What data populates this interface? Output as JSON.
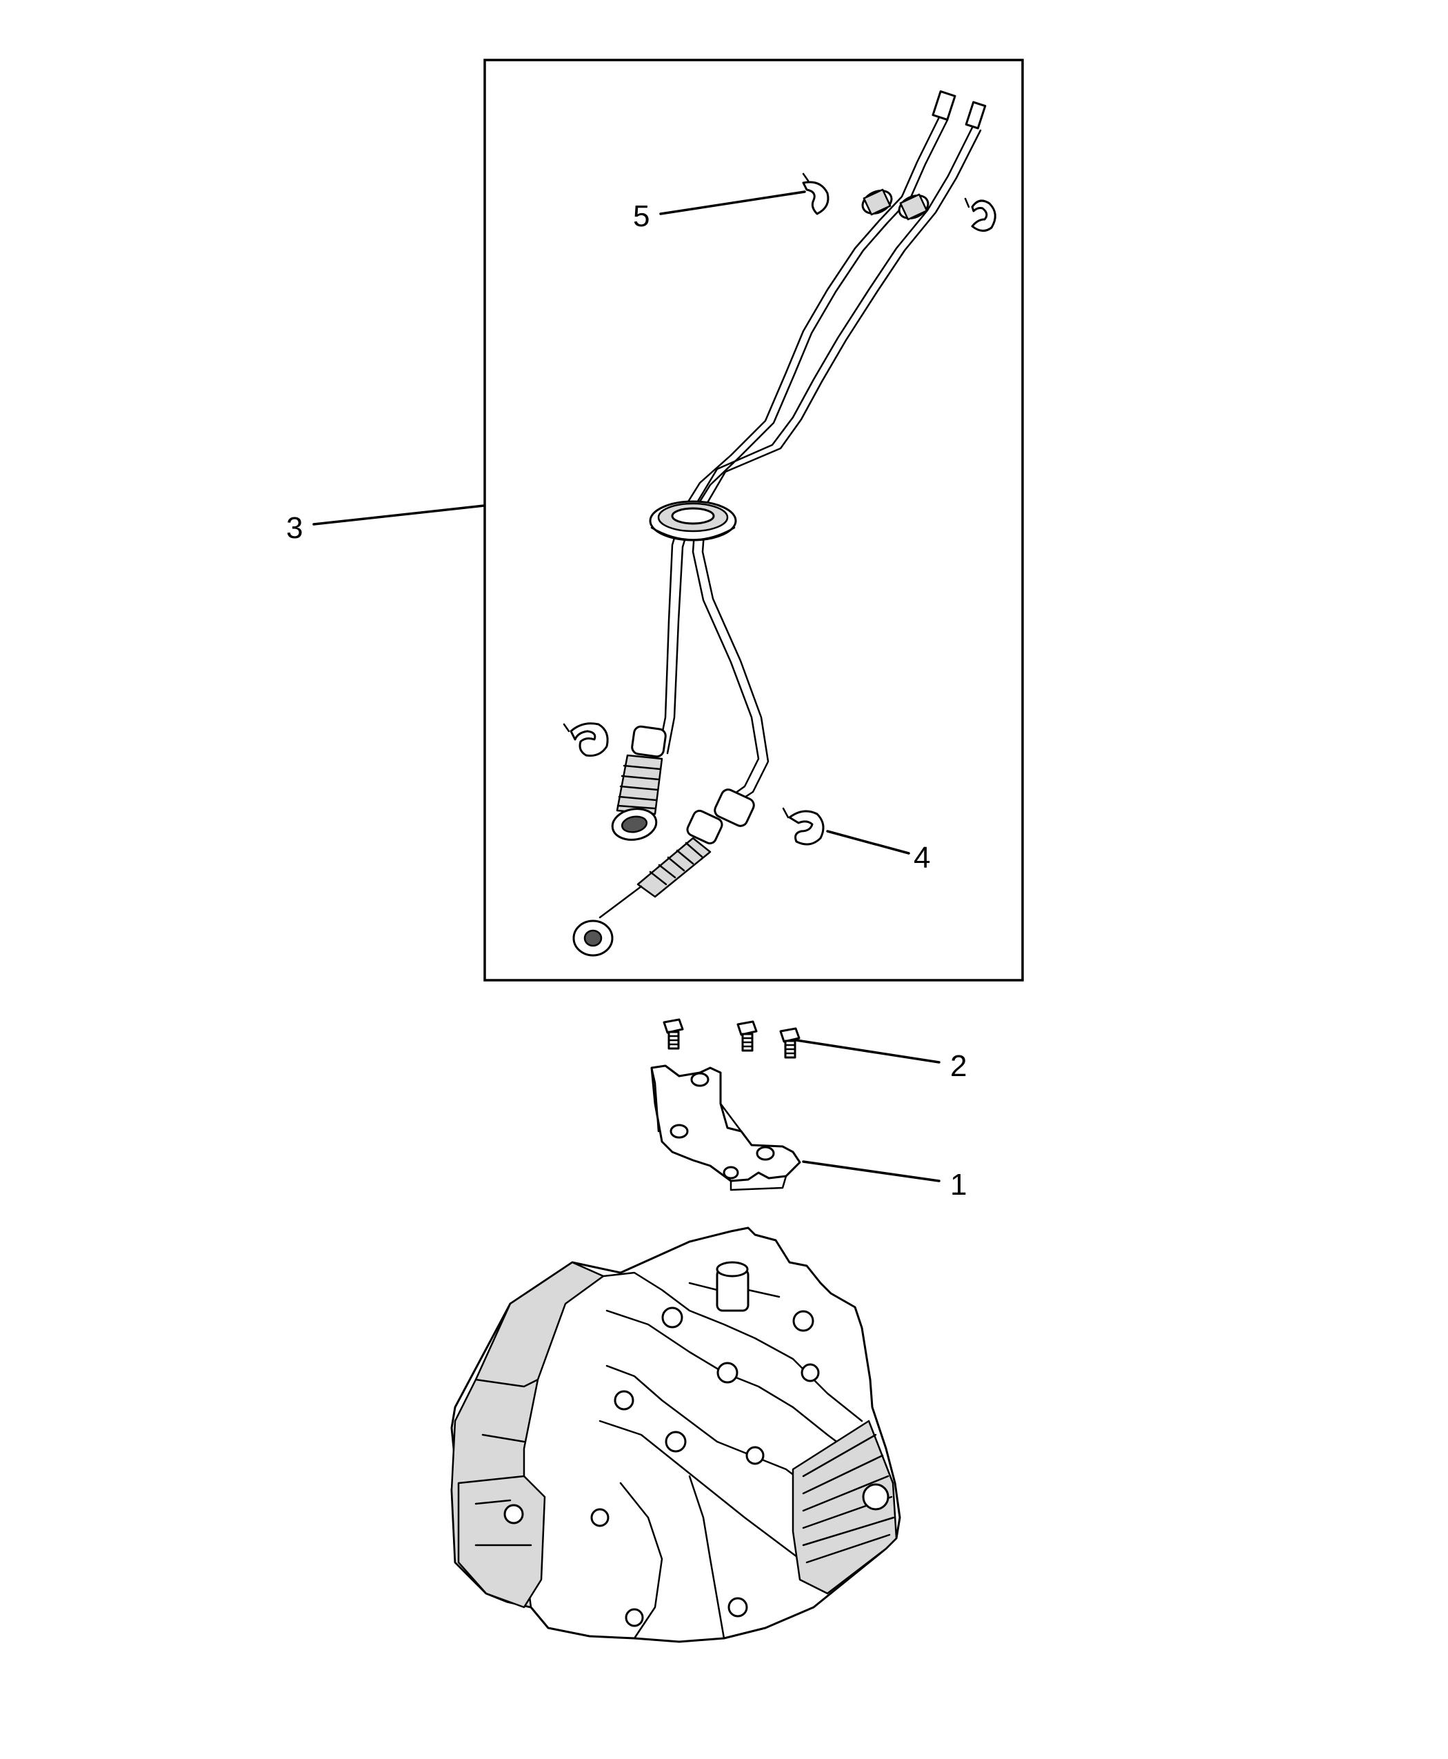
{
  "callouts": {
    "c1": "1",
    "c2": "2",
    "c3": "3",
    "c4": "4",
    "c5": "5"
  },
  "parts": [
    {
      "number": "1",
      "icon": "mounting-bracket-icon"
    },
    {
      "number": "2",
      "icon": "bolt-icon"
    },
    {
      "number": "3",
      "icon": "shift-cable-assembly-icon"
    },
    {
      "number": "4",
      "icon": "retainer-clip-icon"
    },
    {
      "number": "5",
      "icon": "retainer-clip-icon"
    }
  ],
  "colors": {
    "line": "#000000",
    "background": "#ffffff",
    "shading": "#d9d9d9"
  }
}
